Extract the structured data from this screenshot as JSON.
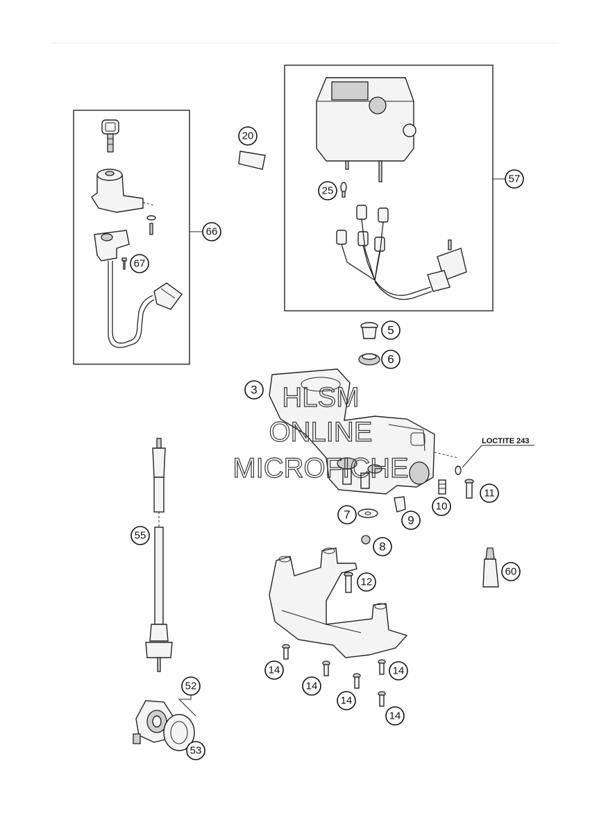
{
  "callouts": {
    "c3": "3",
    "c5": "5",
    "c6": "6",
    "c7": "7",
    "c8": "8",
    "c9": "9",
    "c10": "10",
    "c11": "11",
    "c12": "12",
    "c14a": "14",
    "c14b": "14",
    "c14c": "14",
    "c14d": "14",
    "c14e": "14",
    "c20": "20",
    "c25": "25",
    "c52": "52",
    "c53": "53",
    "c55": "55",
    "c57": "57",
    "c60": "60",
    "c66": "66",
    "c67": "67"
  },
  "note": {
    "loctite": "LOCTITE 243"
  },
  "watermark": {
    "line1": "HLSM",
    "line2": "ONLINE",
    "line3": "MICROFICHE"
  }
}
